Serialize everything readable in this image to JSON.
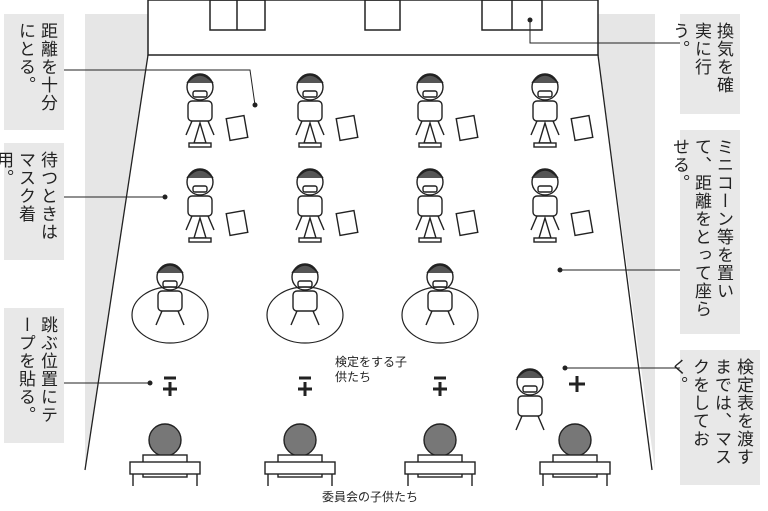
{
  "notes_left": [
    {
      "text": "距離を十分にとる。"
    },
    {
      "text": "待つときはマスク着用。"
    },
    {
      "text": "跳ぶ位置にテープを貼る。"
    }
  ],
  "notes_right": [
    {
      "text": "換気を確実に行う。"
    },
    {
      "text": "ミニコーン等を置いて、距離をとって座らせる。"
    },
    {
      "text": "検定表を渡すまでは、マスクをしておく。"
    }
  ],
  "captions": {
    "jumpers": "検定をする子供たち",
    "jumpers_line2": "",
    "committee": "委員会の子供たち"
  },
  "colors": {
    "panel": "#e8e8e8",
    "wall": "#e6e6e6",
    "line": "#222222"
  }
}
